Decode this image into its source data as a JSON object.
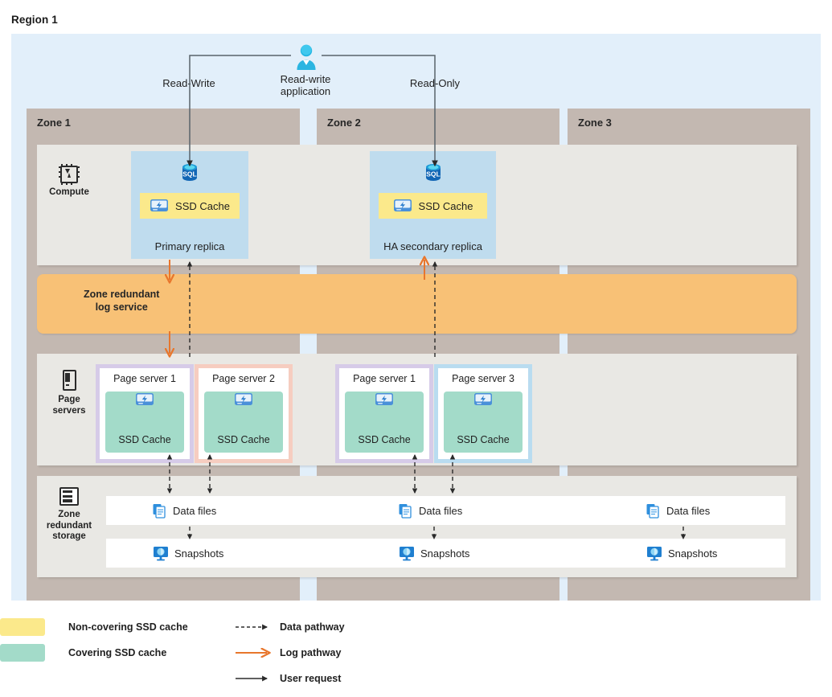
{
  "diagram": {
    "region_title": "Region 1",
    "actor": {
      "icon": "user-icon",
      "label": "Read-write\napplication",
      "label_line1": "Read-write",
      "label_line2": "application",
      "read_write_label": "Read-Write",
      "read_only_label": "Read-Only"
    },
    "zones": [
      {
        "id": "zone1",
        "label": "Zone 1"
      },
      {
        "id": "zone2",
        "label": "Zone 2"
      },
      {
        "id": "zone3",
        "label": "Zone 3"
      }
    ],
    "tiers": [
      {
        "id": "compute",
        "label": "Compute",
        "icon": "chip-icon"
      },
      {
        "id": "page-servers",
        "label_line1": "Page",
        "label_line2": "servers",
        "icon": "device-icon"
      },
      {
        "id": "zone-redundant-storage",
        "label_line1": "Zone",
        "label_line2": "redundant",
        "label_line3": "storage",
        "icon": "storage-stack-icon"
      }
    ],
    "replicas": [
      {
        "id": "primary-replica",
        "zone": "Zone 1",
        "name": "Primary replica",
        "db_icon": "sql-database-icon",
        "cache_label": "SSD Cache",
        "cache_icon": "ssd-drive-icon",
        "cache_type": "non-covering"
      },
      {
        "id": "ha-secondary-replica",
        "zone": "Zone 2",
        "name": "HA secondary replica",
        "db_icon": "sql-database-icon",
        "cache_label": "SSD Cache",
        "cache_icon": "ssd-drive-icon",
        "cache_type": "non-covering"
      }
    ],
    "log_service": {
      "label_line1": "Zone redundant",
      "label_line2": "log service",
      "color": "#f8c176"
    },
    "page_servers": [
      {
        "id": "ps-z1-a",
        "zone": "Zone 1",
        "title": "Page server 1",
        "cache_label": "SSD Cache",
        "cache_icon": "ssd-drive-icon",
        "border_color": "#d6cbe8"
      },
      {
        "id": "ps-z1-b",
        "zone": "Zone 1",
        "title": "Page server 2",
        "cache_label": "SSD Cache",
        "cache_icon": "ssd-drive-icon",
        "border_color": "#f6cdc0"
      },
      {
        "id": "ps-z2-a",
        "zone": "Zone 2",
        "title": "Page server 1",
        "cache_label": "SSD Cache",
        "cache_icon": "ssd-drive-icon",
        "border_color": "#d6cbe8"
      },
      {
        "id": "ps-z2-b",
        "zone": "Zone 2",
        "title": "Page server 3",
        "cache_label": "SSD Cache",
        "cache_icon": "ssd-drive-icon",
        "border_color": "#b9dcf0"
      }
    ],
    "storage_rows": [
      {
        "id": "data-files",
        "icon": "data-files-icon",
        "cells": [
          "Data files",
          "Data files",
          "Data files"
        ]
      },
      {
        "id": "snapshots",
        "icon": "snapshots-icon",
        "cells": [
          "Snapshots",
          "Snapshots",
          "Snapshots"
        ]
      }
    ],
    "legend": {
      "swatches": [
        {
          "id": "non-covering-ssd-cache",
          "label": "Non-covering SSD cache",
          "color": "#fbe98b"
        },
        {
          "id": "covering-ssd-cache",
          "label": "Covering SSD cache",
          "color": "#a3dbc9"
        }
      ],
      "arrows": [
        {
          "id": "data-pathway",
          "label": "Data pathway",
          "style": "dashed",
          "color": "#2b2b2b"
        },
        {
          "id": "log-pathway",
          "label": "Log pathway",
          "style": "solid",
          "color": "#e8762c"
        },
        {
          "id": "user-request",
          "label": "User request",
          "style": "solid",
          "color": "#2b2b2b"
        }
      ]
    },
    "colors": {
      "region_background": "#e2effa",
      "zone_background": "#c3b8b1",
      "tier_background": "#e9e8e4",
      "replica_background": "#bfdcee",
      "log_pathway": "#e8762c",
      "data_pathway": "#2b2b2b"
    }
  }
}
